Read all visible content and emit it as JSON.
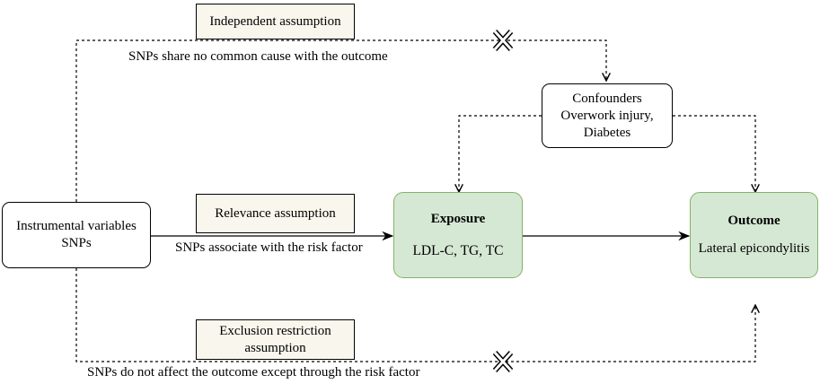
{
  "assumptions": {
    "independent": {
      "title": "Independent assumption",
      "description": "SNPs share no common cause with the outcome"
    },
    "relevance": {
      "title": "Relevance assumption",
      "description": "SNPs associate with the risk factor"
    },
    "exclusion": {
      "title_line1": "Exclusion restriction",
      "title_line2": "assumption",
      "description": "SNPs do not affect the outcome except through the risk factor"
    }
  },
  "nodes": {
    "instrumental": {
      "line1": "Instrumental variables",
      "line2": "SNPs"
    },
    "confounders": {
      "line1": "Confounders",
      "line2": "Overwork injury,",
      "line3": "Diabetes"
    },
    "exposure": {
      "title": "Exposure",
      "detail": "LDL-C, TG, TC"
    },
    "outcome": {
      "title": "Outcome",
      "detail": "Lateral epicondylitis"
    }
  },
  "colors": {
    "green_fill": "#d5e8d4",
    "green_border": "#82b366",
    "assumption_fill": "#f9f7ed",
    "line": "#000000"
  }
}
